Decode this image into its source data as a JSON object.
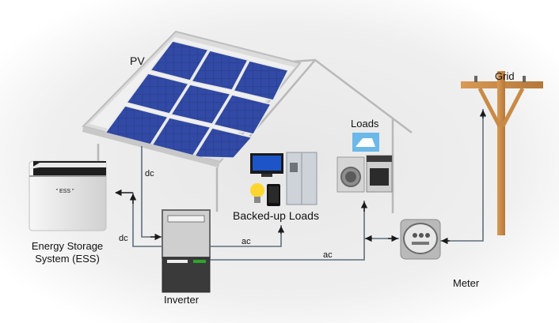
{
  "labels": {
    "pv": "PV",
    "grid": "Grid",
    "loads": "Loads",
    "backed_up_loads": "Backed-up Loads",
    "ess_line1": "Energy Storage",
    "ess_line2": "System (ESS)",
    "ess_badge": "\" ESS \"",
    "inverter": "Inverter",
    "meter": "Meter",
    "dc_pv": "dc",
    "dc_ess": "dc",
    "ac_backed": "ac",
    "ac_main": "ac"
  },
  "colors": {
    "background_gradient_center": "#e4e4e4",
    "panel_cell": "#2a3f8f",
    "panel_frame": "#d8d8d8",
    "wire": "#5d6f7f",
    "pole": "#c98a45",
    "inverter_dark": "#3c3c3c",
    "inverter_light": "#c9c9c9",
    "inverter_led": "#29a329"
  },
  "icons": [
    "solar-panel-icon",
    "house-outline-icon",
    "utility-pole-icon",
    "battery-icon",
    "inverter-icon",
    "tv-icon",
    "refrigerator-icon",
    "lightbulb-icon",
    "phone-icon",
    "iron-icon",
    "washing-machine-icon",
    "stove-icon",
    "electric-meter-icon"
  ]
}
